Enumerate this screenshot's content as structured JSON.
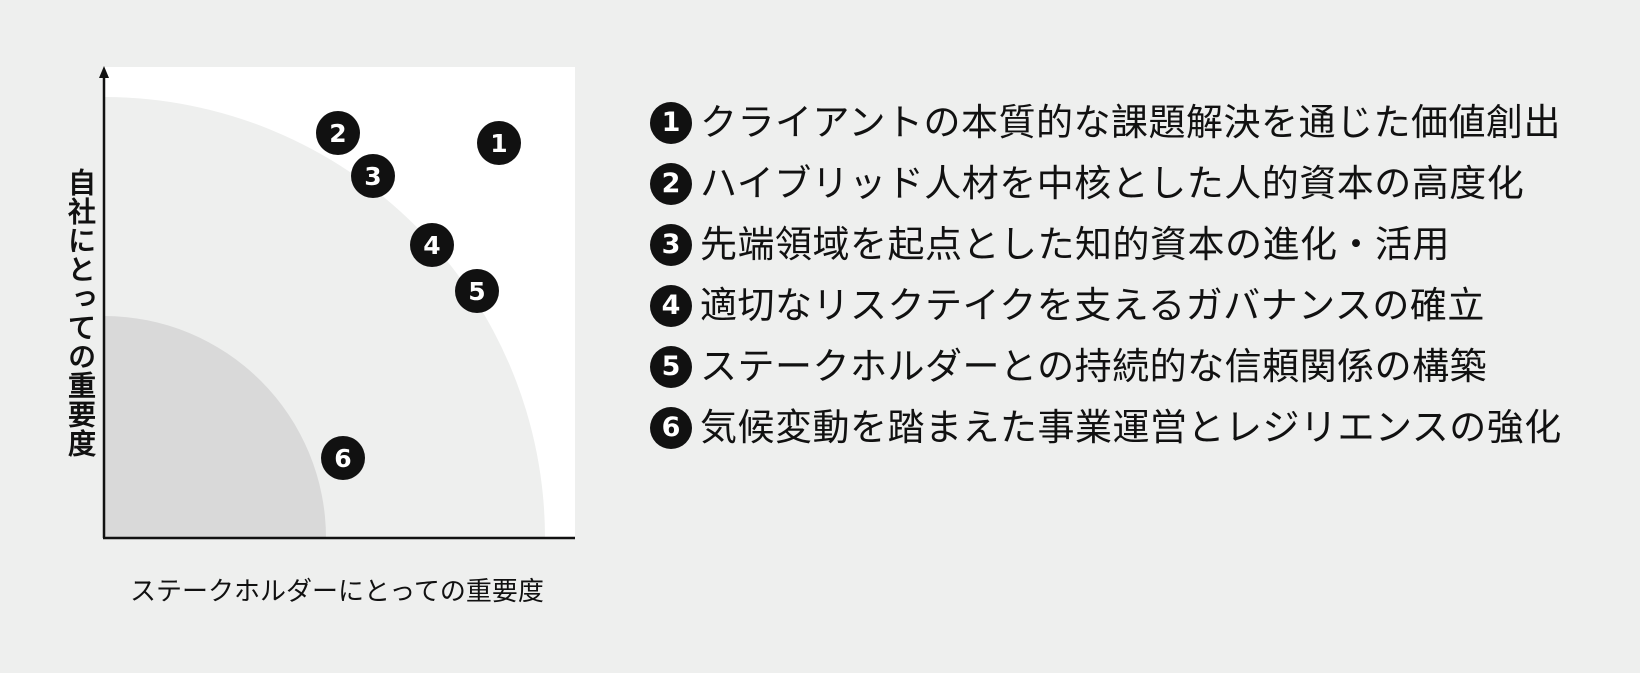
{
  "diagram": {
    "y_axis_label": "自社にとっての重要度",
    "x_axis_label": "ステークホルダーにとっての重要度",
    "colors": {
      "background": "#eeefee",
      "plot_area": "#ffffff",
      "middle_band": "#eeefee",
      "inner_zone": "#d9d9d9",
      "marker": "#111111",
      "axis": "#111111"
    },
    "markers": [
      {
        "label": "1"
      },
      {
        "label": "2"
      },
      {
        "label": "3"
      },
      {
        "label": "4"
      },
      {
        "label": "5"
      },
      {
        "label": "6"
      }
    ]
  },
  "legend": {
    "items": [
      {
        "number": "1",
        "text": "クライアントの本質的な課題解決を通じた価値創出"
      },
      {
        "number": "2",
        "text": "ハイブリッド人材を中核とした人的資本の高度化"
      },
      {
        "number": "3",
        "text": "先端領域を起点とした知的資本の進化・活用"
      },
      {
        "number": "4",
        "text": "適切なリスクテイクを支えるガバナンスの確立"
      },
      {
        "number": "5",
        "text": "ステークホルダーとの持続的な信頼関係の構築"
      },
      {
        "number": "6",
        "text": "気候変動を踏まえた事業運営とレジリエンスの強化"
      }
    ]
  }
}
